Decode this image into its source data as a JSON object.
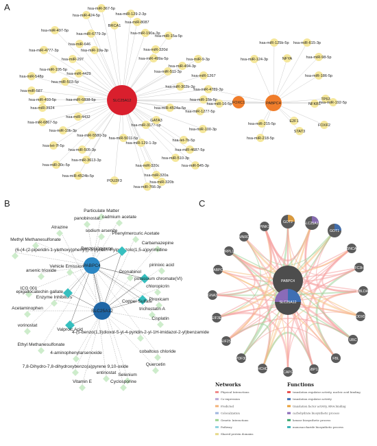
{
  "panels": {
    "a": "A",
    "b": "B",
    "c": "C"
  },
  "colors": {
    "satellite": "#f5e79b",
    "slc25a12_a": "#d91f2d",
    "hub_a": "#f07d2b",
    "slc25a12_b": "#1f66a6",
    "pabpc4_b": "#2b87c4",
    "chem": "#cdeccb",
    "chem_hub": "#36bfbf",
    "c_node": "#5b5b5b",
    "c_edge_pink": "#f6a3a3",
    "c_edge_orange": "#f7c284",
    "c_edge_green": "#9fd49a"
  },
  "panelA": {
    "hub_main": "SLC25A12",
    "hubs": [
      "FOXC1",
      "PABPC4"
    ],
    "left_nodes": [
      "hsa-miR-367-5p",
      "hsa-miR-424-5p",
      "hsa-miR-129-2-3p",
      "hsa-miR-8087",
      "hsa-miR-497-5p",
      "BRCA1",
      "hsa-miR-6779-3p",
      "hsa-miR-190a-3p",
      "hsa-miR-15a-5p",
      "hsa-miR-646",
      "hsa-miR-4777-3p",
      "hsa-miR-19a-3p",
      "hsa-miR-320d",
      "hsa-miR-297",
      "hsa-miR-499a-5p",
      "hsa-miR-9-3p",
      "hsa-miR-195-5p",
      "hsa-miR-494-3p",
      "hsa-miR-4429",
      "hsa-miR-511-3p",
      "hsa-miR-548p",
      "hsa-miR-1267",
      "hsa-miR-503-5p",
      "hsa-miR-302b-3p",
      "hsa-miR-587",
      "hsa-miR-6838-5p",
      "hsa-miR-493-5p",
      "hsa-miR-3924",
      "hsa-miR-4524a-5p",
      "hsa-miR-4432",
      "hsa-miR-6867-5p",
      "hsa-miR-19b-3p",
      "hsa-miR-5580-3p",
      "hsa-miR-3177-5p",
      "hsa-let-7f-5p",
      "hsa-miR-5011-5p",
      "hsa-miR-505-3p",
      "hsa-miR-3613-3p",
      "hsa-miR-30c-5p",
      "hsa-miR-4524b-5p",
      "POU2F3",
      "GATA3",
      "hsa-miR-129-1-3p",
      "hsa-miR-1277-5p",
      "hsa-miR-100-3p",
      "hsa-let-7b-5p",
      "hsa-miR-4687-5p",
      "hsa-miR-510-3p",
      "hsa-miR-545-3p",
      "hsa-miR-320c",
      "hsa-miR-320a",
      "hsa-miR-320b",
      "hsa-miR-766-3p"
    ],
    "bridge": [
      "hsa-miR-4789-3p",
      "hsa-miR-15b-5p",
      "hsa-miR-16-5p"
    ],
    "right_nodes": [
      "hsa-miR-125b-5p",
      "hsa-miR-615-3p",
      "hsa-miR-124-3p",
      "NFYA",
      "hsa-miR-98-5p",
      "hsa-miR-186-5p",
      "TP63",
      "NFKB1",
      "hsa-miR-192-5p",
      "E2F1",
      "hsa-miR-215-5p",
      "FOXF2",
      "STAT3",
      "hsa-miR-218-5p"
    ]
  },
  "panelB": {
    "hubs": [
      "PABPC4",
      "SLC25A12"
    ],
    "chem_hubs": [
      "Benzo(a)pyrene",
      "potassium chromate(VI)",
      "Copper Sulfate",
      "Valproic Acid",
      "epigallocatechin gallate"
    ],
    "nodes": [
      "Particulate Matter",
      "panobinostat",
      "cadmium acetate",
      "Atrazine",
      "sodium arsenite",
      "Phenylmercuric Acetate",
      "Methyl Methanesulfonate",
      "Carbamazepine",
      "(6-(4-(2-piperidin-1-ylethoxy)phenyl))-3-pyridin-4-ylpyrazolo(1,5-a)pyrimidine",
      "Vehicle Emissions",
      "Dronabinol",
      "pirinixic acid",
      "arsenic trioxide",
      "chloropicrin",
      "ICG 001",
      "Enzyme Inhibitors",
      "Piroxicam",
      "Acetaminophen",
      "trichostatin A",
      "Cisplatin",
      "vorinostat",
      "4-(5-benzo(1,3)dioxol-5-yl-4-pyridin-2-yl-1H-imidazol-2-yl)benzamide",
      "Ethyl Methanesulfonate",
      "4-aminophenylarsenoxide",
      "cobaltous chloride",
      "7,8-Dihydro-7,8-dihydroxybenzo(a)pyrene 9,10-oxide",
      "entinostat",
      "Quercetin",
      "Selenium",
      "Vitamin E",
      "Cyclosporine"
    ]
  },
  "panelC": {
    "center": [
      "PABPC4",
      "SLC25A12"
    ],
    "ring": [
      "GOT2",
      "SLC25A13",
      "GOT1",
      "SNCA",
      "ZFC3H1",
      "RBLDA5",
      "DDX5",
      "UBC",
      "FBL",
      "GBP12",
      "NCAPG2",
      "CHCHD4",
      "PDF30",
      "EIF2S",
      "EIF3E",
      "GNA3",
      "PABPC1",
      "MRPL14",
      "TMNRD1",
      "PINK1"
    ],
    "legend": {
      "networks_title": "Networks",
      "functions_title": "Functions",
      "networks": [
        "Physical Interactions",
        "Co-expression",
        "Predicted",
        "Colocalization",
        "Genetic Interactions",
        "Pathway",
        "Shared protein domains"
      ],
      "network_colors": [
        "#f08a8a",
        "#b9a9d8",
        "#f3b37a",
        "#9fb6de",
        "#9bd38f",
        "#8fd3df",
        "#e6d98a"
      ],
      "functions": [
        "translation regulator activity, nucleic acid binding",
        "translation regulator activity",
        "translation factor activity, RNA binding",
        "carbohydrate biosynthetic process",
        "hexose biosynthetic process",
        "monosaccharide biosynthetic process"
      ],
      "function_colors": [
        "#e8504f",
        "#3e6fb4",
        "#e8a13b",
        "#8a6bb8",
        "#3aa76d",
        "#3fb3b8"
      ]
    }
  }
}
